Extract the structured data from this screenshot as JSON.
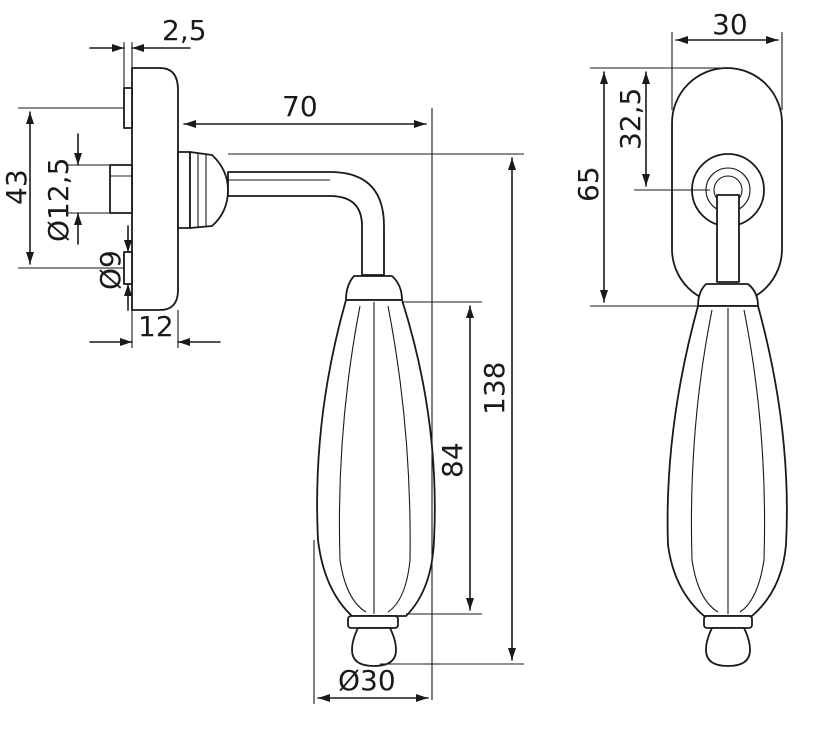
{
  "dimensions": {
    "flange_thickness": "2,5",
    "projection": "70",
    "width": "30",
    "rosette_height": "65",
    "spindle_offset": "32,5",
    "base_height": "43",
    "spindle_diameter": "Ø12,5",
    "screw_diameter": "Ø9",
    "rosette_depth": "12",
    "total_height": "138",
    "grip_length": "84",
    "grip_diameter": "Ø30"
  },
  "colors": {
    "ink": "#1a1a1a",
    "paper": "#ffffff"
  }
}
